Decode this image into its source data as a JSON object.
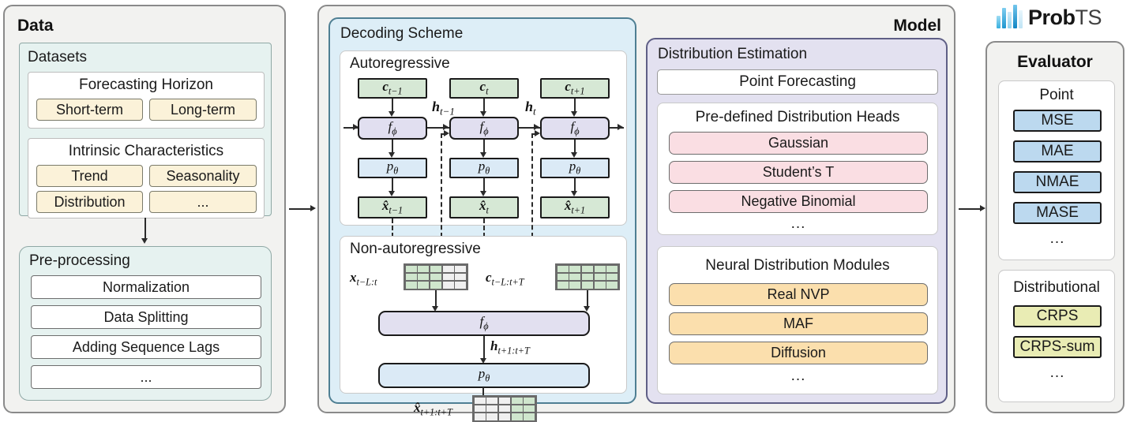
{
  "brand": {
    "name_bold": "Prob",
    "name_light": "TS",
    "logo_icon": "bar-chart-logo-icon",
    "bar_colors": [
      "#46b4e0",
      "#8fd4ef",
      "#2e9fd4",
      "#0f85c4",
      "#bfe4f5"
    ]
  },
  "panels": {
    "data": {
      "title": "Data"
    },
    "model": {
      "title": "Model"
    },
    "evaluator": {
      "title": "Evaluator"
    }
  },
  "data_panel": {
    "datasets": {
      "label": "Datasets",
      "groups": [
        {
          "label": "Forecasting Horizon",
          "chips": [
            "Short-term",
            "Long-term"
          ]
        },
        {
          "label": "Intrinsic Characteristics",
          "chips": [
            "Trend",
            "Seasonality",
            "Distribution",
            "..."
          ]
        }
      ]
    },
    "preprocessing": {
      "label": "Pre-processing",
      "chips": [
        "Normalization",
        "Data Splitting",
        "Adding Sequence Lags",
        "..."
      ]
    }
  },
  "decoding_scheme": {
    "label": "Decoding Scheme",
    "autoregressive": {
      "label": "Autoregressive",
      "context_boxes": [
        "c_{t-1}",
        "c_t",
        "c_{t+1}"
      ],
      "f_boxes": [
        "f_phi",
        "f_phi",
        "f_phi"
      ],
      "p_boxes": [
        "p_theta",
        "p_theta",
        "p_theta"
      ],
      "output_boxes": [
        "x_hat_{t-1}",
        "x_hat_t",
        "x_hat_{t+1}"
      ],
      "hidden_labels": [
        "h_{t-1}",
        "h_t"
      ]
    },
    "non_autoregressive": {
      "label": "Non-autoregressive",
      "input_x_label": "x_{t-L:t}",
      "input_c_label": "c_{t-L:t+T}",
      "f_label": "f_phi",
      "hidden_label": "h_{t+1:t+T}",
      "p_label": "p_theta",
      "output_label": "x_hat_{t+1:t+T}",
      "grids": {
        "x_input": {
          "cols": 5,
          "rows": 3,
          "green_cols": 3,
          "green_side": "left"
        },
        "c_input": {
          "cols": 5,
          "rows": 3,
          "green_cols": 5,
          "green_side": "left"
        },
        "x_output": {
          "cols": 5,
          "rows": 3,
          "green_cols": 2,
          "green_side": "right"
        }
      }
    }
  },
  "distribution_estimation": {
    "label": "Distribution Estimation",
    "point_forecasting": "Point Forecasting",
    "predefined_heads": {
      "label": "Pre-defined Distribution Heads",
      "items": [
        "Gaussian",
        "Student’s T",
        "Negative Binomial"
      ],
      "more": "..."
    },
    "neural_modules": {
      "label": "Neural Distribution Modules",
      "items": [
        "Real NVP",
        "MAF",
        "Diffusion"
      ],
      "more": "..."
    }
  },
  "evaluator": {
    "point": {
      "label": "Point",
      "metrics": [
        "MSE",
        "MAE",
        "NMAE",
        "MASE"
      ],
      "more": "..."
    },
    "distributional": {
      "label": "Distributional",
      "metrics": [
        "CRPS",
        "CRPS-sum"
      ],
      "more": "..."
    }
  },
  "colors": {
    "panel_bg": "#f2f2f0",
    "mint": "#e6f2f0",
    "decoding_blue": "#ddeef7",
    "distribution_lavender": "#e3e1f0",
    "chip_cream": "#fbf2d9",
    "chip_pink": "#fadee3",
    "chip_orange": "#fbdfad",
    "chip_blue": "#bcd9ef",
    "chip_yellow": "#e9ecb4",
    "box_green": "#d6e8d5"
  }
}
